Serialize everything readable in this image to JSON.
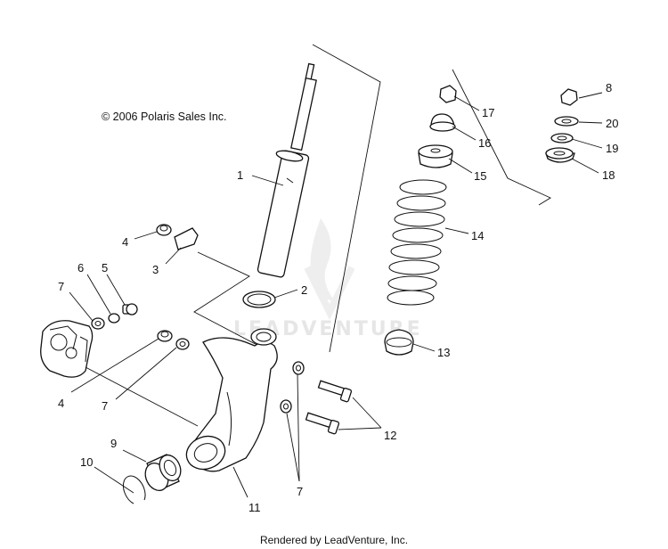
{
  "copyright": "© 2006 Polaris Sales Inc.",
  "watermark": "LEADVENTURE",
  "footer": "Rendered by LeadVenture, Inc.",
  "labels": {
    "l1": "1",
    "l2": "2",
    "l3": "3",
    "l4a": "4",
    "l4b": "4",
    "l5": "5",
    "l6": "6",
    "l7a": "7",
    "l7b": "7",
    "l7c": "7",
    "l8": "8",
    "l9": "9",
    "l10": "10",
    "l11": "11",
    "l12": "12",
    "l13": "13",
    "l14": "14",
    "l15": "15",
    "l16": "16",
    "l17": "17",
    "l18": "18",
    "l19": "19",
    "l20": "20"
  }
}
